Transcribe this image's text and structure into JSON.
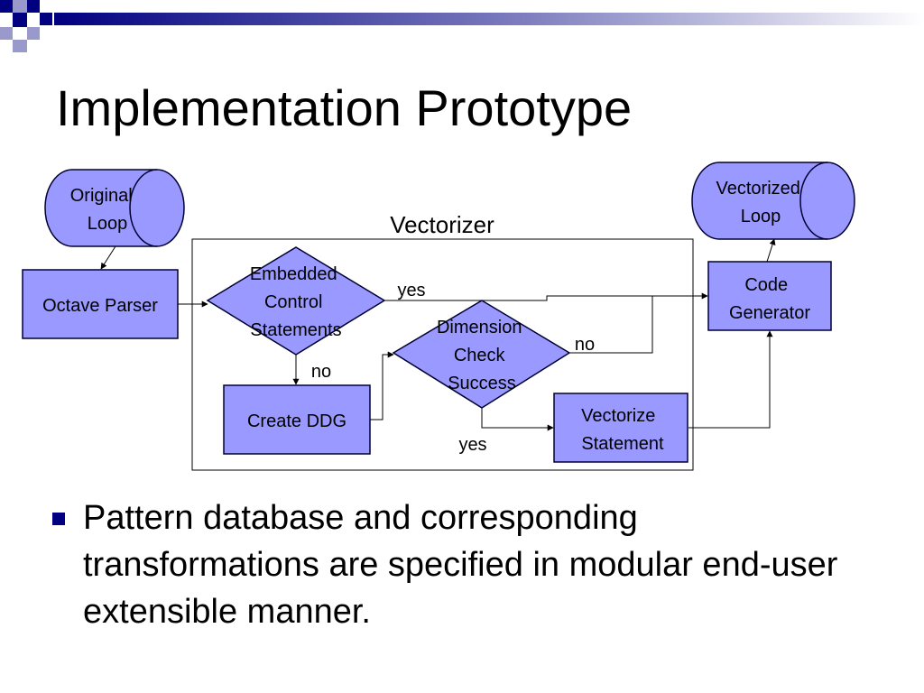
{
  "slide": {
    "title": "Implementation Prototype",
    "bullets": [
      "Pattern database and corresponding transformations are specified in modular end-user extensible manner."
    ]
  },
  "diagram": {
    "container_label": "Vectorizer",
    "nodes": {
      "original_loop": [
        "Original",
        "Loop"
      ],
      "octave_parser": [
        "Octave Parser"
      ],
      "embedded_control": [
        "Embedded",
        "Control",
        "Statements"
      ],
      "create_ddg": [
        "Create DDG"
      ],
      "dimension_check": [
        "Dimension",
        "Check",
        "Success"
      ],
      "vectorize_statement": [
        "Vectorize",
        "Statement"
      ],
      "code_generator": [
        "Code",
        "Generator"
      ],
      "vectorized_loop": [
        "Vectorized",
        "Loop"
      ]
    },
    "edge_labels": {
      "embedded_yes": "yes",
      "embedded_no": "no",
      "dimension_no": "no",
      "dimension_yes": "yes"
    }
  },
  "colors": {
    "node_fill": "#9999ff",
    "node_stroke": "#000033",
    "bullet": "#000080",
    "header_blue": "#000080",
    "header_lavender": "#9999cc"
  }
}
